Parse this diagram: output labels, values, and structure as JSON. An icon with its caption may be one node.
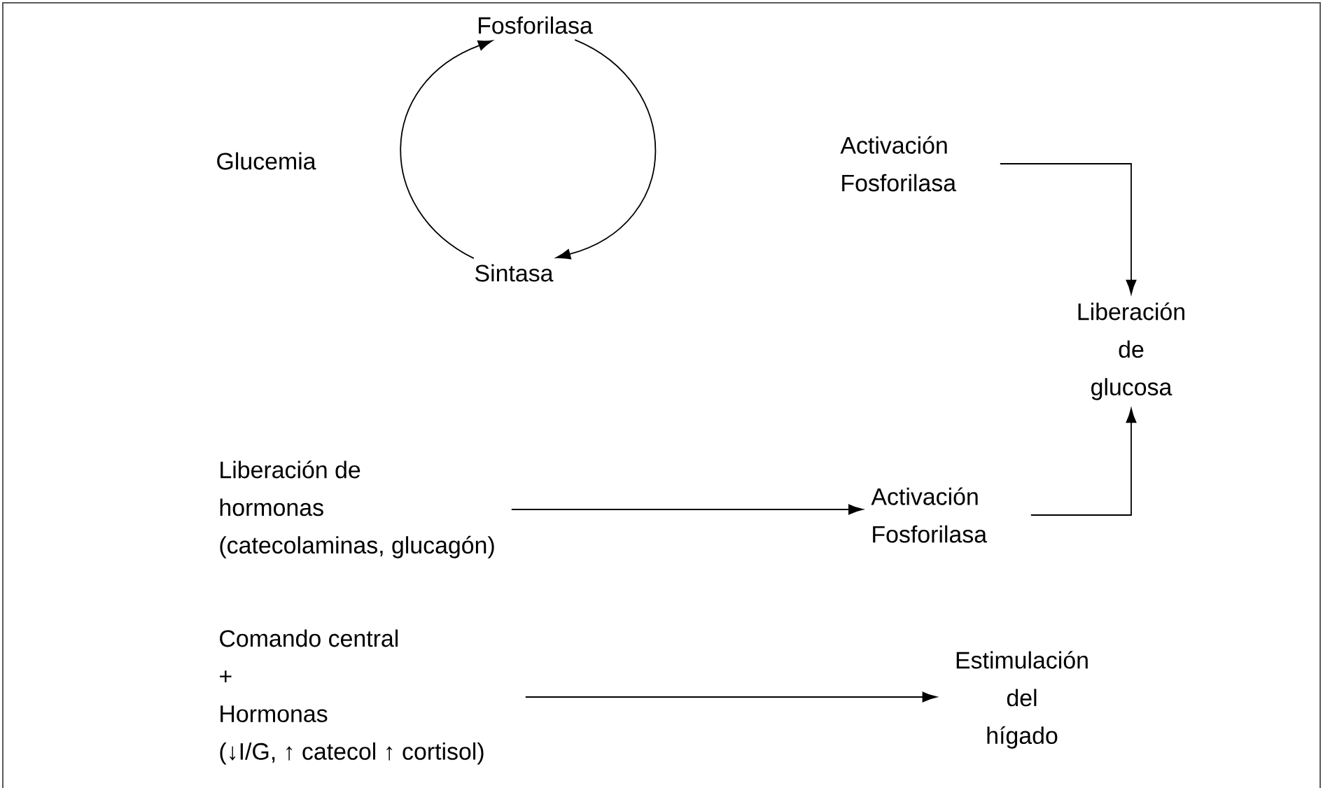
{
  "diagram": {
    "nodes": [
      {
        "text": [
          "Fosforilasa"
        ]
      },
      {
        "text": [
          "Sintasa"
        ]
      },
      {
        "text": [
          "Activación Fosforilasa"
        ]
      },
      {
        "text": [
          "Liberación de glucosa"
        ]
      },
      {
        "text": [
          "Liberación de hormonas (catecolaminas, glucagón)"
        ]
      },
      {
        "text": [
          "Activación Fosforilasa"
        ]
      },
      {
        "text": [
          "Comando central + Hormonas (↓I/G, ↑ catecol ↑ cortisol)"
        ]
      },
      {
        "text": [
          "Estimulación del hígado"
        ]
      }
    ],
    "edges": [
      {
        "from": 1,
        "to": 0,
        "arrow": "to"
      },
      {
        "from": 0,
        "to": 1,
        "arrow": "to"
      },
      {
        "from": 2,
        "to": 3,
        "arrow": "to"
      },
      {
        "from": 5,
        "to": 3,
        "arrow": "to"
      },
      {
        "from": 4,
        "to": 5,
        "arrow": "to"
      },
      {
        "from": 6,
        "to": 7,
        "arrow": "to"
      }
    ],
    "labels": [
      "Glucemia"
    ]
  }
}
